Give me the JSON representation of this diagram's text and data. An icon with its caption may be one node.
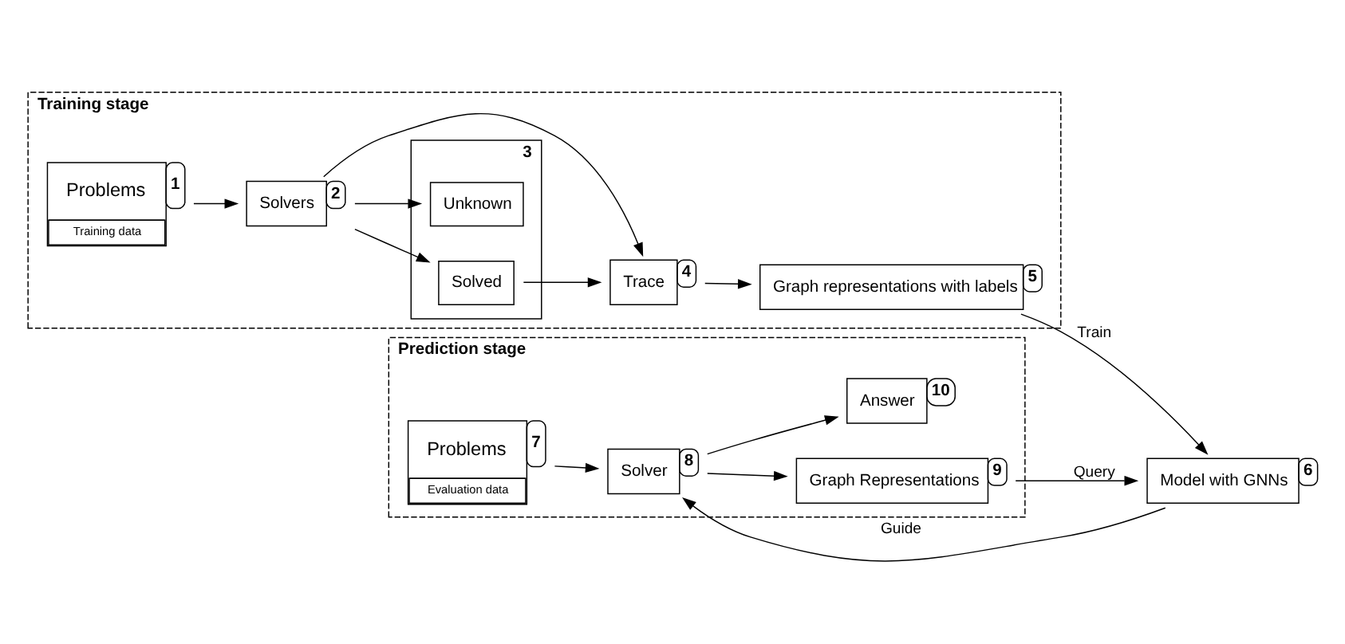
{
  "diagram": {
    "nodes": [
      {
        "text": [
          "Training stage"
        ]
      },
      {
        "text": [
          "Problems",
          "Training data"
        ],
        "in": 0,
        "beside": [
          "1"
        ]
      },
      {
        "text": [
          "Solvers"
        ],
        "in": 0,
        "beside": [
          "2"
        ]
      },
      {
        "text": [],
        "shape": "box",
        "in": 0,
        "beside": [
          "3"
        ]
      },
      {
        "text": [
          "Solved"
        ],
        "in": 3
      },
      {
        "text": [
          "Unknown"
        ],
        "in": 3
      },
      {
        "text": [
          "Trace"
        ],
        "in": 0,
        "beside": [
          "4"
        ]
      },
      {
        "text": [
          "Graph representations with labels"
        ],
        "in": 0,
        "beside": [
          "5"
        ]
      },
      {
        "text": [
          "Model with GNNs"
        ],
        "beside": [
          "6"
        ]
      },
      {
        "text": [
          "Prediction stage"
        ]
      },
      {
        "text": [
          "Problems",
          "Evaluation data"
        ],
        "in": 9,
        "beside": [
          "7"
        ]
      },
      {
        "text": [
          "Solver"
        ],
        "in": 9,
        "beside": [
          "8"
        ]
      },
      {
        "text": [
          "Graph Representations"
        ],
        "in": 9,
        "beside": [
          "9"
        ]
      },
      {
        "text": [
          "Answer"
        ],
        "in": 9,
        "beside": [
          "10"
        ]
      }
    ],
    "edges": [
      {
        "from": 1,
        "to": 2,
        "arrow": "to"
      },
      {
        "from": 2,
        "to": 4,
        "arrow": "to"
      },
      {
        "from": 2,
        "to": 5,
        "arrow": "to"
      },
      {
        "from": 2,
        "to": 6,
        "arrow": "to"
      },
      {
        "from": 4,
        "to": 6,
        "arrow": "to"
      },
      {
        "from": 6,
        "to": 7,
        "arrow": "to"
      },
      {
        "from": 7,
        "to": 8,
        "arrow": "to",
        "label": "Train"
      },
      {
        "from": 8,
        "to": 11,
        "arrow": "to",
        "label": "Guide"
      },
      {
        "from": 12,
        "to": 8,
        "arrow": "to",
        "label": "Query"
      },
      {
        "from": 10,
        "to": 11,
        "arrow": "to"
      },
      {
        "from": 11,
        "to": 12,
        "arrow": "to"
      },
      {
        "from": 11,
        "to": 13,
        "arrow": "to"
      }
    ]
  }
}
